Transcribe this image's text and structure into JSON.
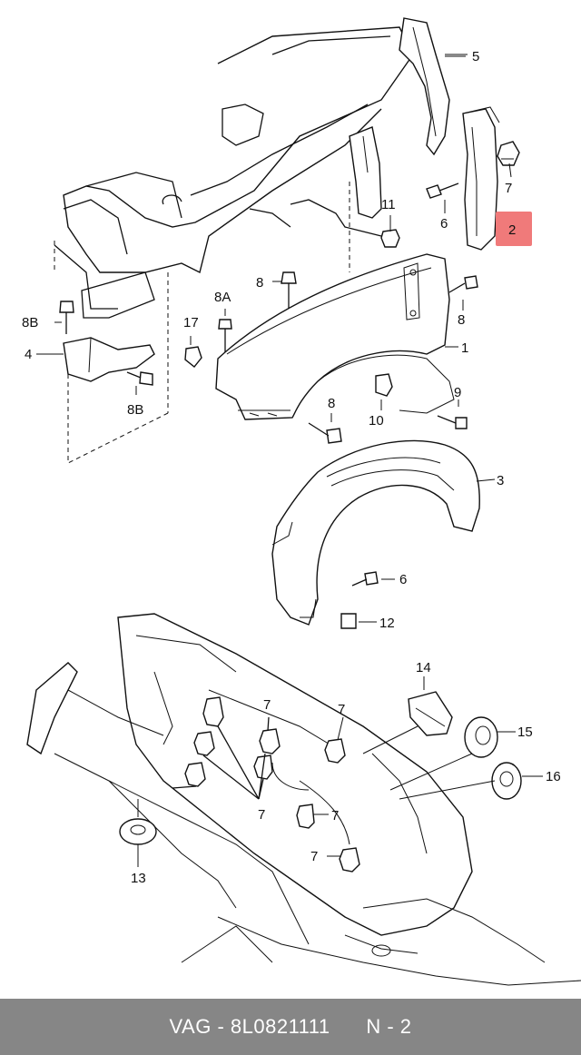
{
  "callouts": {
    "c1": "1",
    "c2": "2",
    "c3": "3",
    "c4": "4",
    "c5": "5",
    "c6a": "6",
    "c6b": "6",
    "c7a": "7",
    "c7b": "7",
    "c7c": "7",
    "c7d": "7",
    "c7e": "7",
    "c7f": "7",
    "c8a": "8",
    "c8b": "8",
    "c8c": "8",
    "c8A": "8A",
    "c8Ba": "8B",
    "c8Bb": "8B",
    "c9": "9",
    "c10": "10",
    "c11": "11",
    "c12": "12",
    "c13": "13",
    "c14": "14",
    "c15": "15",
    "c16": "16",
    "c17": "17"
  },
  "highlight": {
    "label": "2",
    "color": "#f07a7a"
  },
  "footer": {
    "brand": "VAG",
    "separator": "-",
    "part_number": "8L0821111",
    "position": "N - 2",
    "background": "#868686"
  }
}
